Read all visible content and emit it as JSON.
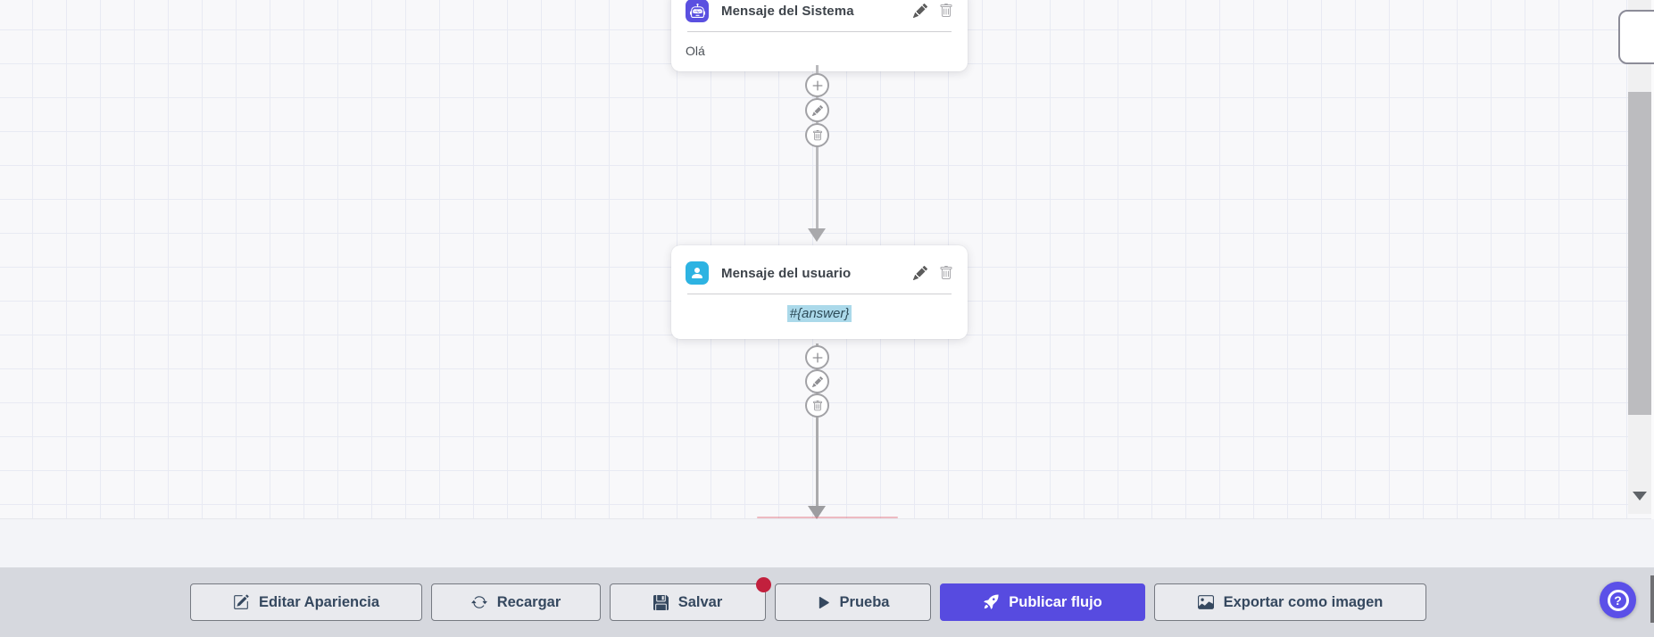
{
  "canvas": {
    "nodes": [
      {
        "type": "system",
        "title": "Mensaje del Sistema",
        "content": "Olá"
      },
      {
        "type": "user",
        "title": "Mensaje del usuario",
        "content": "#{answer}"
      }
    ]
  },
  "toolbar": {
    "edit_appearance_label": "Editar Apariencia",
    "reload_label": "Recargar",
    "save_label": "Salvar",
    "test_label": "Prueba",
    "publish_label": "Publicar flujo",
    "export_label": "Exportar como imagen"
  },
  "help": {
    "label": "?"
  },
  "colors": {
    "accent": "#574be0",
    "system_node_icon_bg": "#5a50e0",
    "user_node_icon_bg": "#2db3e2",
    "variable_highlight_bg": "#abd9ea",
    "unsaved_indicator": "#c2203d"
  }
}
